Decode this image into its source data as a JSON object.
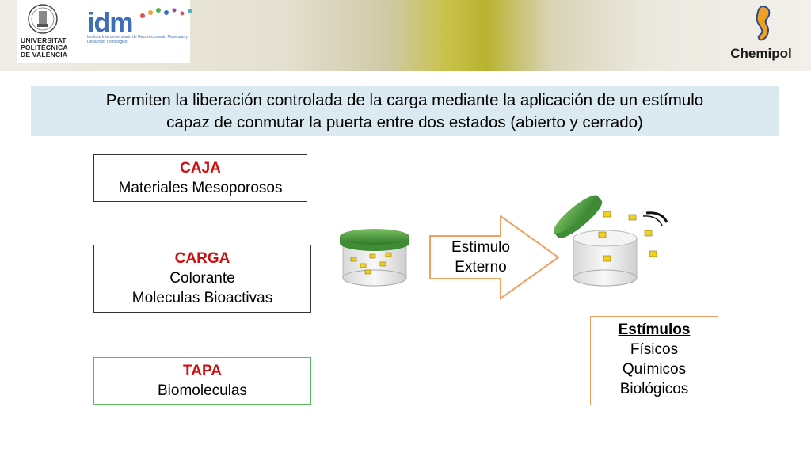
{
  "header": {
    "upv_lines": [
      "UNIVERSITAT",
      "POLITÈCNICA",
      "DE VALÈNCIA"
    ],
    "idm_title": "idm",
    "idm_subtitle": "Instituto Interuniversitario de Reconocimiento Molecular y Desarrollo Tecnológico",
    "chemipol": "Chemipol"
  },
  "banner": {
    "line1": "Permiten la liberación controlada de la carga mediante la aplicación de un estímulo",
    "line2": "capaz de conmutar la puerta entre dos estados (abierto y cerrado)"
  },
  "boxes": {
    "caja": {
      "title": "CAJA",
      "line1": "Materiales Mesoporosos"
    },
    "carga": {
      "title": "CARGA",
      "line1": "Colorante",
      "line2": "Moleculas Bioactivas"
    },
    "tapa": {
      "title": "TAPA",
      "line1": "Biomoleculas"
    },
    "estimulos": {
      "title": "Estímulos",
      "line1": "Físicos",
      "line2": "Químicos",
      "line3": "Biológicos"
    }
  },
  "arrow": {
    "line1": "Estímulo",
    "line2": "Externo"
  },
  "colors": {
    "accent_red": "#d01010",
    "lid_green": "#4a9a3a",
    "arrow_orange": "#f0a060",
    "banner_blue": "#dbeaf1"
  }
}
